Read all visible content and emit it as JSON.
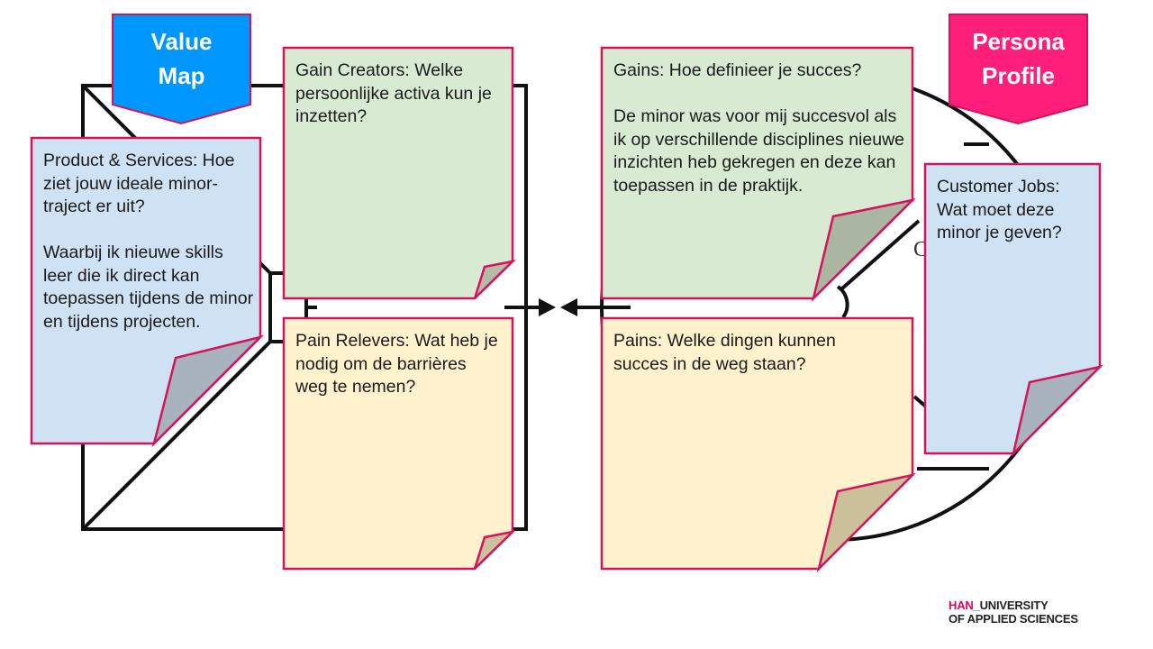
{
  "colors": {
    "value_map_banner": "#0096ff",
    "persona_banner": "#ff1f7a",
    "note_border": "#d4145a",
    "blue_note": "#cfe2f3",
    "green_note": "#d9ead3",
    "yellow_note": "#fff2cc",
    "logo_accent": "#e6005c"
  },
  "banners": {
    "value_map": "Value\nMap",
    "persona_profile": "Persona\nProfile"
  },
  "notes": {
    "product_services": "Product & Services: Hoe ziet jouw ideale minor-traject er uit?\n\nWaarbij ik nieuwe skills leer die ik direct kan toepassen tijdens de minor en tijdens projecten.",
    "gain_creators": "Gain Creators: Welke persoonlijke activa kun je inzetten?",
    "pain_relievers": "Pain Relevers: Wat heb je nodig om de barrières weg te nemen?",
    "gains": "Gains: Hoe definieer je succes?\n\nDe minor was voor mij succesvol als ik op verschillende disciplines nieuwe inzichten heb gekregen en deze kan toepassen in de praktijk.",
    "pains": "Pains: Welke dingen kunnen succes in de weg staan?",
    "customer_jobs": "Customer Jobs: Wat moet deze minor je geven?"
  },
  "logo": {
    "prefix": "HAN_",
    "line1": "UNIVERSITY",
    "line2": "OF APPLIED SCIENCES"
  }
}
